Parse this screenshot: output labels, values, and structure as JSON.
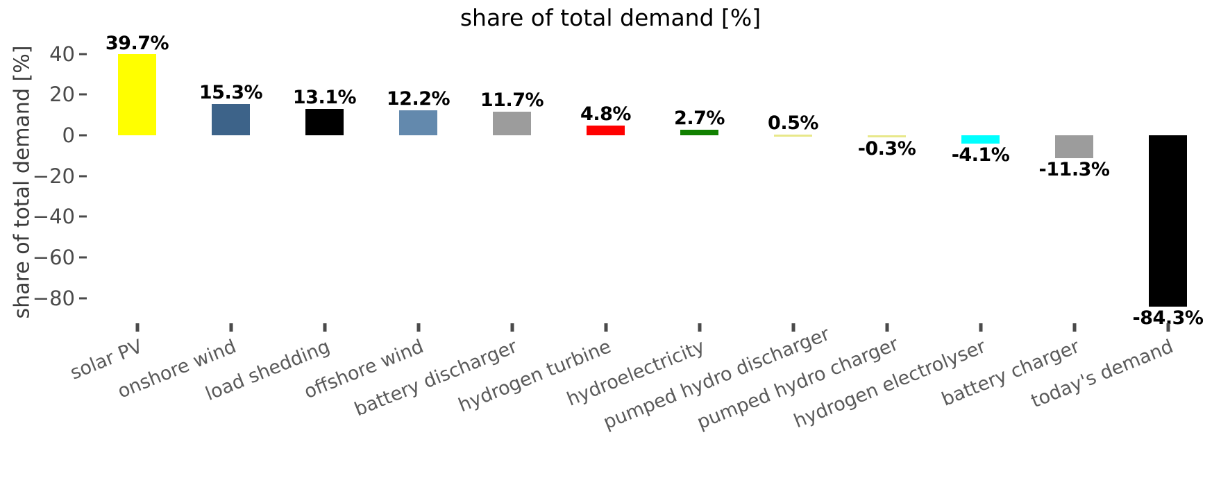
{
  "chart_data": {
    "type": "bar",
    "title": "share of total demand [%]",
    "xlabel": "",
    "ylabel": "share of total demand [%]",
    "ylim": [
      -92,
      46
    ],
    "yticks": [
      40,
      20,
      0,
      -20,
      -40,
      -60,
      -80
    ],
    "ytick_labels": [
      "40",
      "20",
      "0",
      "−20",
      "−40",
      "−60",
      "−80"
    ],
    "grid": false,
    "legend": "none",
    "categories": [
      "solar PV",
      "onshore wind",
      "load shedding",
      "offshore wind",
      "battery discharger",
      "hydrogen turbine",
      "hydroelectricity",
      "pumped hydro discharger",
      "pumped hydro charger",
      "hydrogen electrolyser",
      "battery charger",
      "today's demand"
    ],
    "values": [
      39.7,
      15.3,
      13.1,
      12.2,
      11.7,
      4.8,
      2.7,
      0.5,
      -0.3,
      -4.1,
      -11.3,
      -84.3
    ],
    "value_labels": [
      "39.7%",
      "15.3%",
      "13.1%",
      "12.2%",
      "11.7%",
      "4.8%",
      "2.7%",
      "0.5%",
      "-0.3%",
      "-4.1%",
      "-11.3%",
      "-84.3%"
    ],
    "colors": [
      "#ffff00",
      "#3d6389",
      "#000000",
      "#6389ad",
      "#9c9c9c",
      "#ff0000",
      "#118000",
      "#e8e88a",
      "#e8e88a",
      "#00ffff",
      "#9c9c9c",
      "#000000"
    ]
  }
}
